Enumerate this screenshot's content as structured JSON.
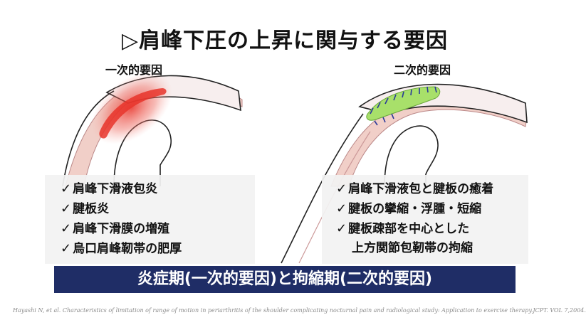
{
  "title": "▷肩峰下圧の上昇に関与する要因",
  "primary": {
    "heading": "一次的要因",
    "items": [
      "肩峰下滑液包炎",
      "腱板炎",
      "肩峰下滑膜の増殖",
      "烏口肩峰靭帯の肥厚"
    ]
  },
  "secondary": {
    "heading": "二次的要因",
    "items": [
      "肩峰下滑液包と腱板の癒着",
      "腱板の攣縮・浮腫・短縮",
      "腱板疎部を中心とした"
    ],
    "continuation": "上方関節包靭帯の拘縮"
  },
  "check_mark": "✓",
  "banner": "炎症期(一次的要因)と拘縮期(二次的要因)",
  "citation": "Hayashi N, et al. Characteristics of limitation of range of motion in periarthritis of the shoulder complicating nocturnal pain and radiological study: Application to exercise therapy.JCPT. VOL 7,2004.",
  "colors": {
    "banner_bg": "#1f2d66",
    "inflammation": "#e8342a",
    "adhesion": "#a8e06a",
    "muscle": "#f1cfc8"
  }
}
